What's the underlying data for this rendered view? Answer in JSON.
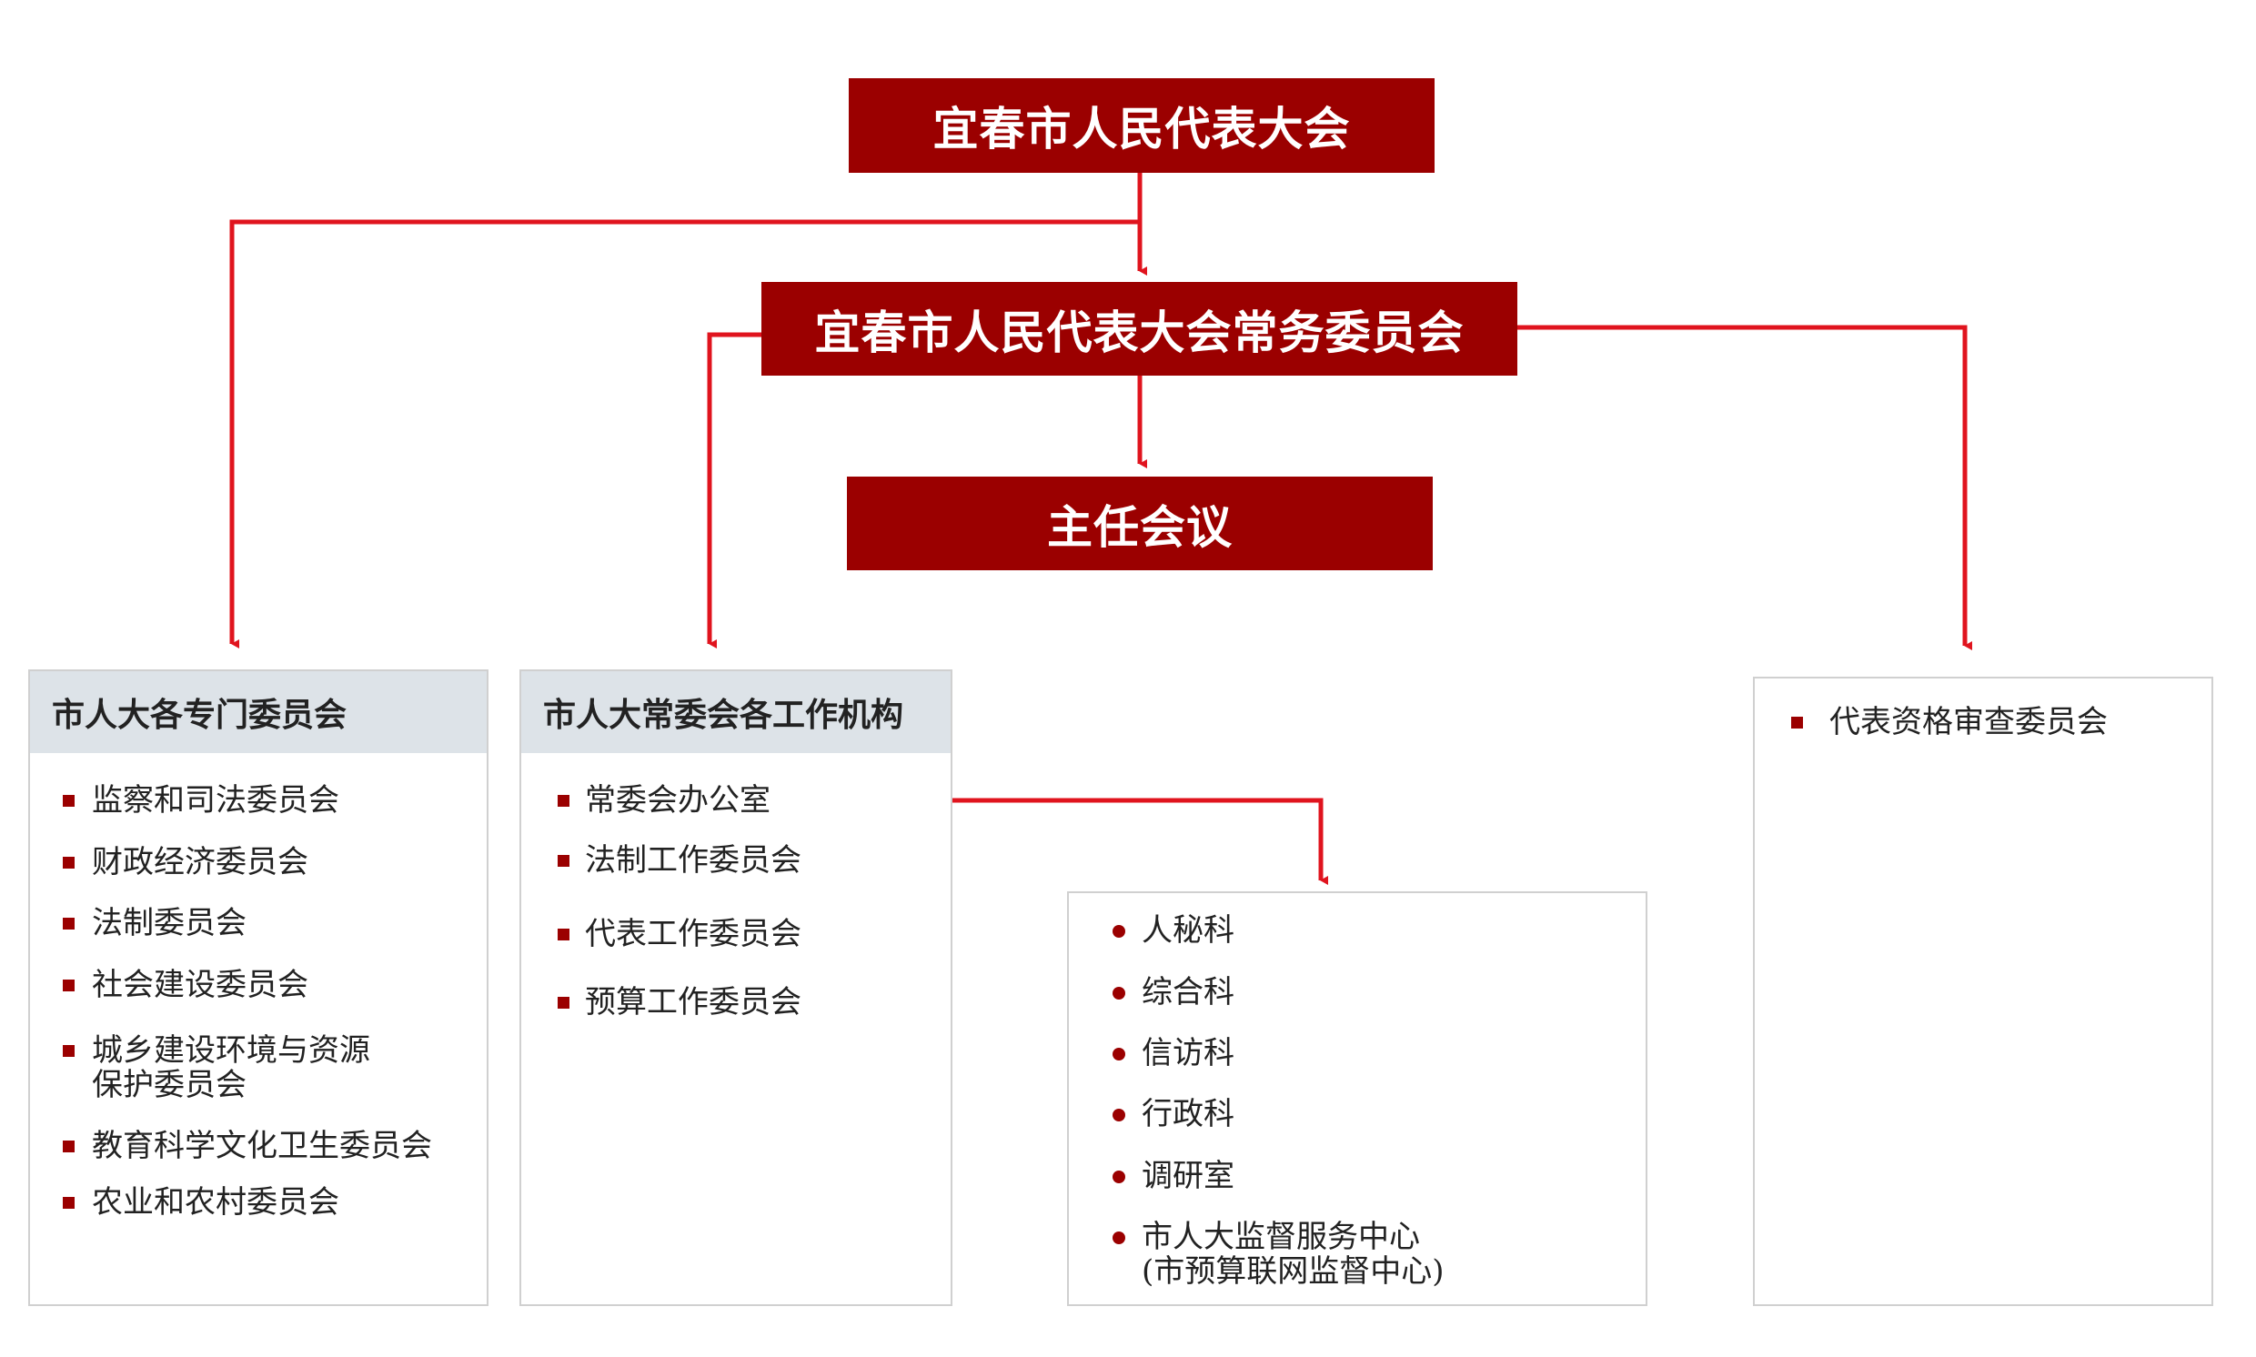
{
  "top": {
    "congress": "宜春市人民代表大会",
    "standing": "宜春市人民代表大会常务委员会",
    "chairmen": "主任会议"
  },
  "panel_special": {
    "title": "市人大各专门委员会",
    "items": [
      "监察和司法委员会",
      "财政经济委员会",
      "法制委员会",
      "社会建设委员会",
      "城乡建设环境与资源",
      "保护委员会",
      "教育科学文化卫生委员会",
      "农业和农村委员会"
    ]
  },
  "panel_work": {
    "title": "市人大常委会各工作机构",
    "items": [
      "常委会办公室",
      "法制工作委员会",
      "代表工作委员会",
      "预算工作委员会"
    ]
  },
  "panel_office": {
    "items": [
      "人秘科",
      "综合科",
      "信访科",
      "行政科",
      "调研室",
      "市人大监督服务中心",
      "(市预算联网监督中心)"
    ]
  },
  "panel_qual": {
    "items": [
      "代表资格审查委员会"
    ]
  },
  "colors": {
    "node_fill": "#9b0000",
    "connector": "#e0141e",
    "panel_header": "#dde3e8",
    "panel_border": "#d0d0d0"
  }
}
